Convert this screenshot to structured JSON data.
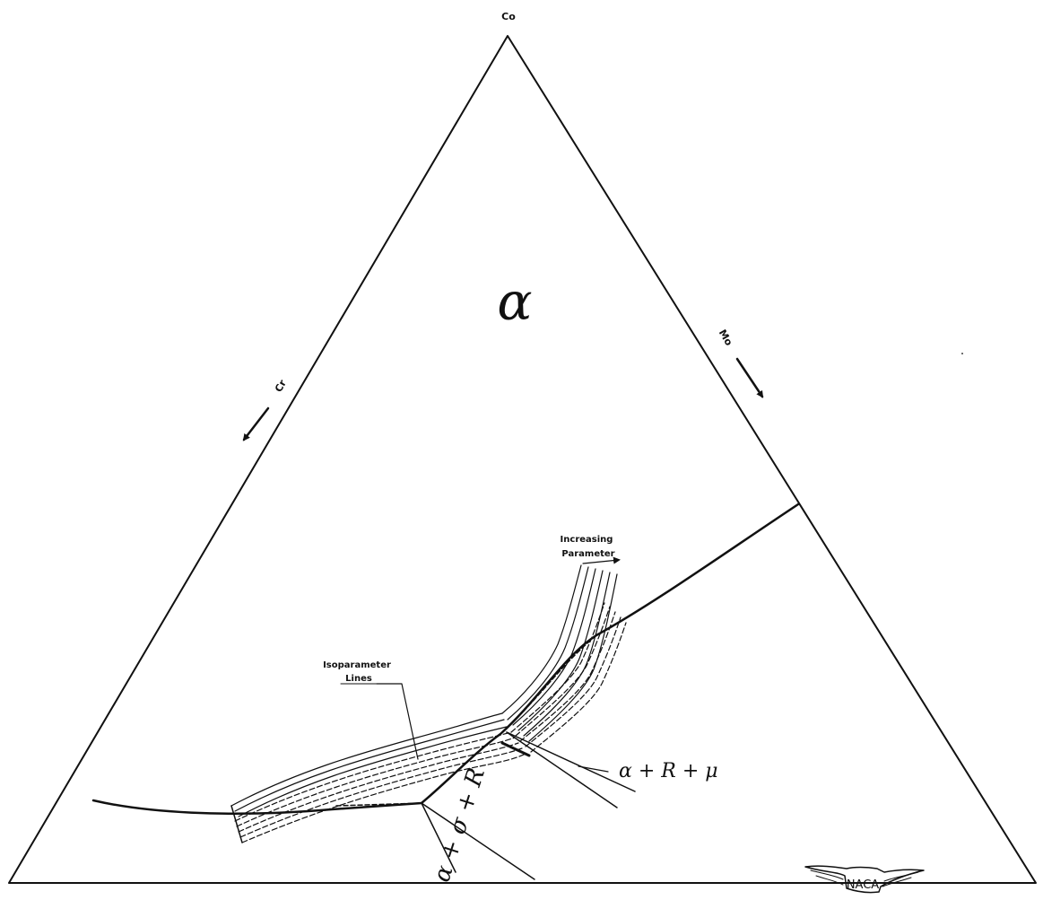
{
  "vertices": {
    "top": "Co"
  },
  "axes": {
    "left": "Cr",
    "right": "Mo"
  },
  "phases": {
    "alpha": "α",
    "alpha_sigma_r": "α + σ + R",
    "alpha_r_mu": "α + R + μ"
  },
  "annotations": {
    "isoparameter_line1": "Isoparameter",
    "isoparameter_line2": "Lines",
    "increasing_line1": "Increasing",
    "increasing_line2": "Parameter"
  },
  "logo": "NACA"
}
